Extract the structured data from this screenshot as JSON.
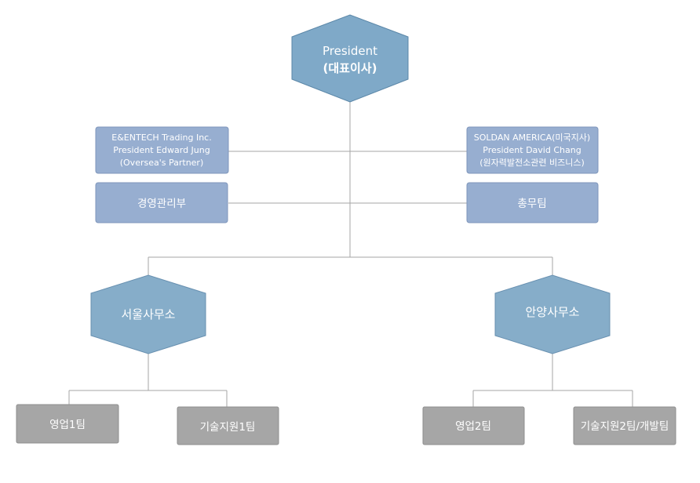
{
  "president": {
    "line1": "President",
    "line2": "(대표이사)"
  },
  "partners": {
    "left": {
      "line1": "E&ENTECH Trading Inc.",
      "line2": "President Edward Jung",
      "line3": "(Oversea's Partner)"
    },
    "right": {
      "line1": "SOLDAN AMERICA(미국지사)",
      "line2": "President David Chang",
      "line3": "(원자력발전소관련 비즈니스)"
    }
  },
  "departments": {
    "left": "경영관리부",
    "right": "총무팀"
  },
  "offices": {
    "seoul": {
      "name": "서울사무소",
      "teams": [
        "영업1팀",
        "기술지원1팀"
      ]
    },
    "anyang": {
      "name": "안양사무소",
      "teams": [
        "영업2팀",
        "기술지원2팀/개발팀"
      ]
    }
  },
  "colors": {
    "hexagon": "#7fa9c8",
    "blue_box": "#97aed0",
    "gray_box": "#a6a6a6",
    "connector": "#a6a6a6"
  }
}
